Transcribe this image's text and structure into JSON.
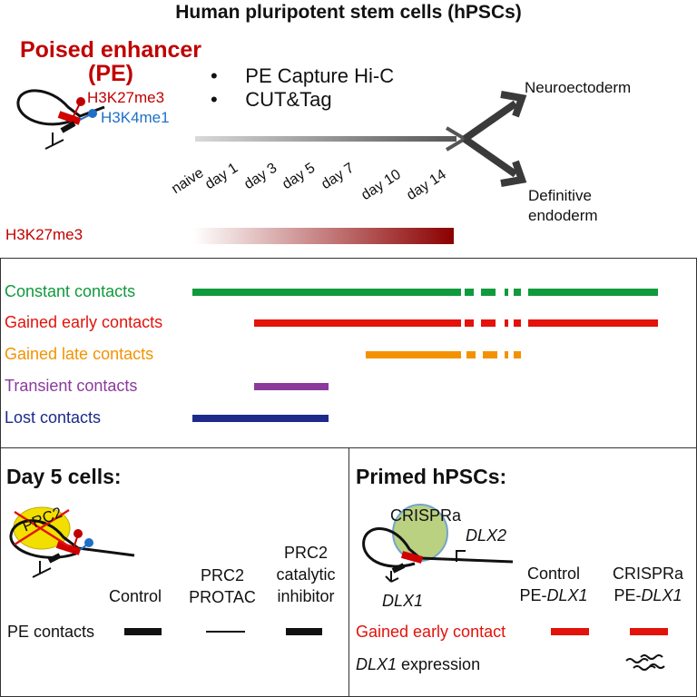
{
  "title": "Human pluripotent stem cells (hPSCs)",
  "pe": {
    "line1": "Poised enhancer",
    "line2": "(PE)",
    "mark_k27": "H3K27me3",
    "mark_k4": "H3K4me1"
  },
  "methods": [
    "PE Capture Hi-C",
    "CUT&Tag"
  ],
  "fates": {
    "neuro": "Neuroectoderm",
    "endo_line1": "Definitive",
    "endo_line2": "endoderm"
  },
  "timepoints": [
    "naive",
    "day 1",
    "day 3",
    "day 5",
    "day 7",
    "day 10",
    "day 14"
  ],
  "h3k27me3_label": "H3K27me3",
  "contacts": [
    {
      "label": "Constant contacts",
      "color": "#0f9a3c"
    },
    {
      "label": "Gained early contacts",
      "color": "#e3120b"
    },
    {
      "label": "Gained late contacts",
      "color": "#f39200"
    },
    {
      "label": "Transient contacts",
      "color": "#8b3a9c"
    },
    {
      "label": "Lost contacts",
      "color": "#1c2a8c"
    }
  ],
  "day5": {
    "heading": "Day 5 cells:",
    "prc2": "PRC2",
    "col_control": "Control",
    "col_protac_1": "PRC2",
    "col_protac_2": "PROTAC",
    "col_inhib_1": "PRC2",
    "col_inhib_2": "catalytic",
    "col_inhib_3": "inhibitor",
    "row_label": "PE contacts"
  },
  "primed": {
    "heading": "Primed hPSCs:",
    "crispra": "CRISPRa",
    "dlx2": "DLX2",
    "dlx1": "DLX1",
    "col1_1": "Control",
    "col1_2a": "PE-",
    "col1_2b": "DLX1",
    "col2_1": "CRISPRa",
    "col2_2a": "PE-",
    "col2_2b": "DLX1",
    "row1": "Gained early contact",
    "row2a": "DLX1",
    "row2b": " expression"
  }
}
